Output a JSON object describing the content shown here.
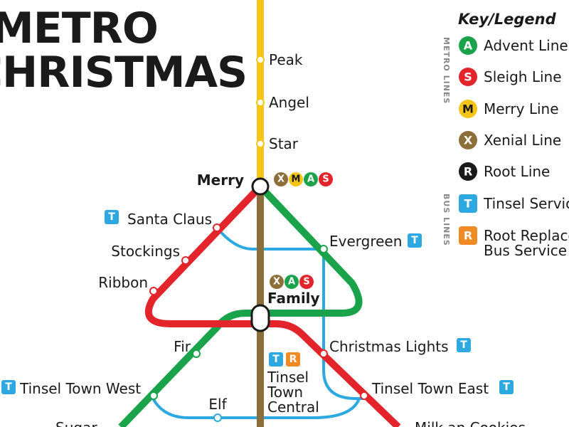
{
  "title": {
    "line1": "METRO",
    "line2": "CHRISTMAS"
  },
  "colors": {
    "advent": "#1aa34a",
    "sleigh": "#e3242b",
    "merry": "#f5c518",
    "xenial": "#8c6e3b",
    "root": "#1a1a1a",
    "tinsel": "#2ea8e0",
    "root_replacement": "#f08a24"
  },
  "stations": {
    "peak": "Peak",
    "angel": "Angel",
    "star": "Star",
    "merry": "Merry",
    "santa_claus": "Santa Claus",
    "stockings": "Stockings",
    "ribbon": "Ribbon",
    "evergreen": "Evergreen",
    "family": "Family",
    "fir": "Fir",
    "christmas_lights": "Christmas Lights",
    "tinsel_town_west": "Tinsel Town West",
    "tinsel_town_east": "Tinsel Town East",
    "elf": "Elf",
    "tinsel_town_central_1": "Tinsel",
    "tinsel_town_central_2": "Town",
    "tinsel_town_central_3": "Central",
    "bottom_left_partial": "Sugar...",
    "bottom_right_partial": "Milk an Cookies"
  },
  "bullets": {
    "x": "X",
    "m": "M",
    "a": "A",
    "s": "S",
    "t": "T",
    "r": "R"
  },
  "legend": {
    "title": "Key/Legend",
    "metro_lines_label": "METRO LINES",
    "bus_lines_label": "BUS LINES",
    "items": [
      {
        "letter": "A",
        "label": "Advent Line"
      },
      {
        "letter": "S",
        "label": "Sleigh Line"
      },
      {
        "letter": "M",
        "label": "Merry Line"
      },
      {
        "letter": "X",
        "label": "Xenial Line"
      },
      {
        "letter": "R",
        "label": "Root Line"
      },
      {
        "letter": "T",
        "label": "Tinsel Service"
      },
      {
        "letter": "R",
        "label": "Root Replacement"
      },
      {
        "letter": "",
        "label": "Bus Service"
      }
    ]
  }
}
